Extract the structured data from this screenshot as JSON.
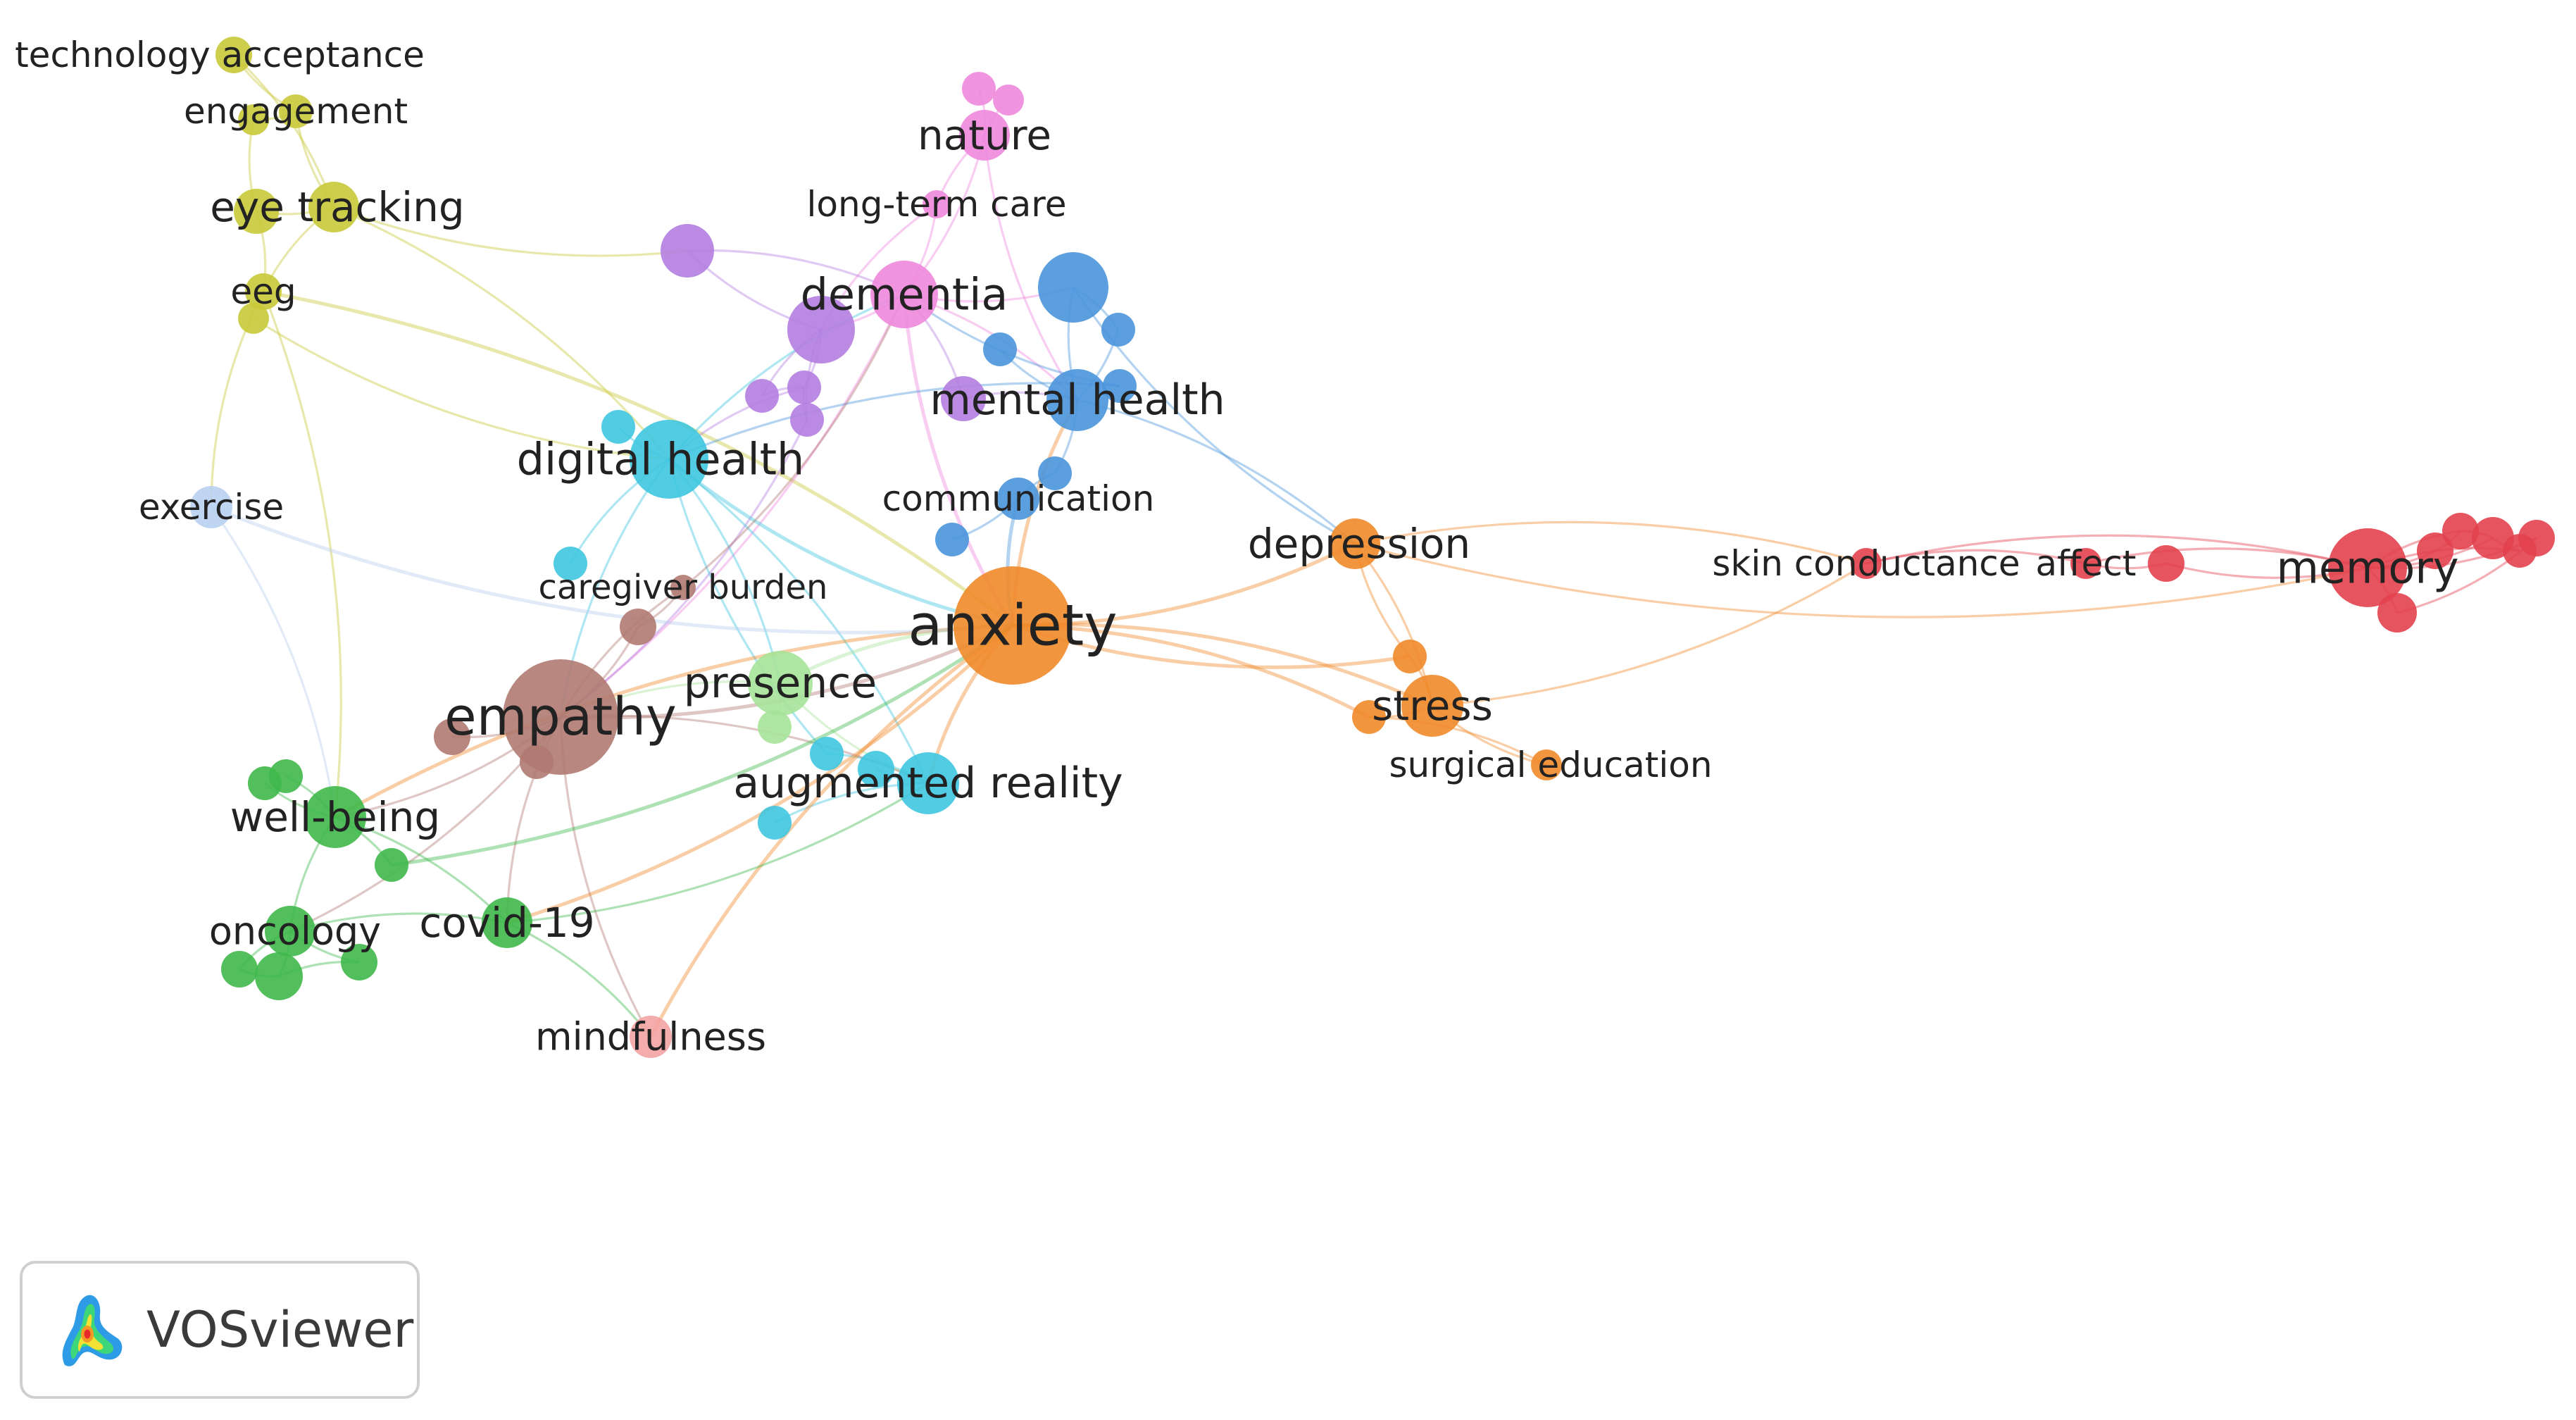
{
  "app": {
    "brand_name": "VOSviewer"
  },
  "clusters": [
    {
      "id": "yellow",
      "color": "#c9c93a"
    },
    {
      "id": "green",
      "color": "#3fb84a"
    },
    {
      "id": "brown",
      "color": "#b07a72"
    },
    {
      "id": "lightgreen",
      "color": "#a6e39a"
    },
    {
      "id": "cyan",
      "color": "#3fc6df"
    },
    {
      "id": "purple",
      "color": "#b47ee0"
    },
    {
      "id": "pink",
      "color": "#ee88dd"
    },
    {
      "id": "blue",
      "color": "#4a95dc"
    },
    {
      "id": "orange",
      "color": "#f08a2a"
    },
    {
      "id": "red",
      "color": "#e2414e"
    },
    {
      "id": "salmon",
      "color": "#f4a3a3"
    },
    {
      "id": "lightblue",
      "color": "#b8d0ef"
    }
  ],
  "nodes": [
    {
      "id": "technology-acceptance",
      "label": "technology acceptance",
      "cluster": "yellow"
    },
    {
      "id": "engagement",
      "label": "engagement",
      "cluster": "yellow"
    },
    {
      "id": "eye-tracking",
      "label": "eye tracking",
      "cluster": "yellow"
    },
    {
      "id": "eeg",
      "label": "eeg",
      "cluster": "yellow"
    },
    {
      "id": "nature",
      "label": "nature",
      "cluster": "pink"
    },
    {
      "id": "long-term-care",
      "label": "long-term care",
      "cluster": "pink"
    },
    {
      "id": "dementia",
      "label": "dementia",
      "cluster": "pink"
    },
    {
      "id": "mental-health",
      "label": "mental health",
      "cluster": "blue"
    },
    {
      "id": "communication",
      "label": "communication",
      "cluster": "blue"
    },
    {
      "id": "digital-health",
      "label": "digital health",
      "cluster": "cyan"
    },
    {
      "id": "exercise",
      "label": "exercise",
      "cluster": "lightblue"
    },
    {
      "id": "caregiver-burden",
      "label": "caregiver burden",
      "cluster": "brown"
    },
    {
      "id": "anxiety",
      "label": "anxiety",
      "cluster": "orange"
    },
    {
      "id": "depression",
      "label": "depression",
      "cluster": "orange"
    },
    {
      "id": "skin-conductance",
      "label": "skin conductance",
      "cluster": "red"
    },
    {
      "id": "affect",
      "label": "affect",
      "cluster": "red"
    },
    {
      "id": "memory",
      "label": "memory",
      "cluster": "red"
    },
    {
      "id": "empathy",
      "label": "empathy",
      "cluster": "brown"
    },
    {
      "id": "presence",
      "label": "presence",
      "cluster": "lightgreen"
    },
    {
      "id": "stress",
      "label": "stress",
      "cluster": "orange"
    },
    {
      "id": "surgical-education",
      "label": "surgical education",
      "cluster": "orange"
    },
    {
      "id": "augmented-reality",
      "label": "augmented reality",
      "cluster": "cyan"
    },
    {
      "id": "well-being",
      "label": "well-being",
      "cluster": "green"
    },
    {
      "id": "oncology",
      "label": "oncology",
      "cluster": "green"
    },
    {
      "id": "covid-19",
      "label": "covid-19",
      "cluster": "green"
    },
    {
      "id": "mindfulness",
      "label": "mindfulness",
      "cluster": "salmon"
    },
    {
      "id": "y1",
      "label": "",
      "cluster": "yellow"
    },
    {
      "id": "y2",
      "label": "",
      "cluster": "yellow"
    },
    {
      "id": "y3",
      "label": "",
      "cluster": "yellow"
    },
    {
      "id": "p1",
      "label": "",
      "cluster": "purple"
    },
    {
      "id": "p2",
      "label": "",
      "cluster": "purple"
    },
    {
      "id": "p3",
      "label": "",
      "cluster": "purple"
    },
    {
      "id": "p4",
      "label": "",
      "cluster": "purple"
    },
    {
      "id": "p5",
      "label": "",
      "cluster": "purple"
    },
    {
      "id": "p6",
      "label": "",
      "cluster": "purple"
    },
    {
      "id": "pk1",
      "label": "",
      "cluster": "pink"
    },
    {
      "id": "pk2",
      "label": "",
      "cluster": "pink"
    },
    {
      "id": "b1",
      "label": "",
      "cluster": "blue"
    },
    {
      "id": "b2",
      "label": "",
      "cluster": "blue"
    },
    {
      "id": "b3",
      "label": "",
      "cluster": "blue"
    },
    {
      "id": "b4",
      "label": "",
      "cluster": "blue"
    },
    {
      "id": "b5",
      "label": "",
      "cluster": "blue"
    },
    {
      "id": "b6",
      "label": "",
      "cluster": "blue"
    },
    {
      "id": "c1",
      "label": "",
      "cluster": "cyan"
    },
    {
      "id": "c2",
      "label": "",
      "cluster": "cyan"
    },
    {
      "id": "c3",
      "label": "",
      "cluster": "cyan"
    },
    {
      "id": "c4",
      "label": "",
      "cluster": "cyan"
    },
    {
      "id": "c5",
      "label": "",
      "cluster": "cyan"
    },
    {
      "id": "br1",
      "label": "",
      "cluster": "brown"
    },
    {
      "id": "br2",
      "label": "",
      "cluster": "brown"
    },
    {
      "id": "br3",
      "label": "",
      "cluster": "brown"
    },
    {
      "id": "lg1",
      "label": "",
      "cluster": "lightgreen"
    },
    {
      "id": "g1",
      "label": "",
      "cluster": "green"
    },
    {
      "id": "g2",
      "label": "",
      "cluster": "green"
    },
    {
      "id": "g3",
      "label": "",
      "cluster": "green"
    },
    {
      "id": "g4",
      "label": "",
      "cluster": "green"
    },
    {
      "id": "g5",
      "label": "",
      "cluster": "green"
    },
    {
      "id": "g6",
      "label": "",
      "cluster": "green"
    },
    {
      "id": "o1",
      "label": "",
      "cluster": "orange"
    },
    {
      "id": "o2",
      "label": "",
      "cluster": "orange"
    },
    {
      "id": "r1",
      "label": "",
      "cluster": "red"
    },
    {
      "id": "r2",
      "label": "",
      "cluster": "red"
    },
    {
      "id": "r3",
      "label": "",
      "cluster": "red"
    },
    {
      "id": "r4",
      "label": "",
      "cluster": "red"
    },
    {
      "id": "r5",
      "label": "",
      "cluster": "red"
    },
    {
      "id": "r6",
      "label": "",
      "cluster": "red"
    },
    {
      "id": "r7",
      "label": "",
      "cluster": "red"
    },
    {
      "id": "s1",
      "label": "",
      "cluster": "salmon"
    },
    {
      "id": "s2",
      "label": "",
      "cluster": "salmon"
    }
  ],
  "links": [
    [
      "technology-acceptance",
      "engagement"
    ],
    [
      "technology-acceptance",
      "eye-tracking"
    ],
    [
      "engagement",
      "eye-tracking"
    ],
    [
      "engagement",
      "y1"
    ],
    [
      "y1",
      "y2"
    ],
    [
      "eye-tracking",
      "y2"
    ],
    [
      "eye-tracking",
      "eeg"
    ],
    [
      "y2",
      "eeg"
    ],
    [
      "eye-tracking",
      "p1"
    ],
    [
      "eeg",
      "anxiety"
    ],
    [
      "eeg",
      "exercise"
    ],
    [
      "eeg",
      "well-being"
    ],
    [
      "y3",
      "digital-health"
    ],
    [
      "eye-tracking",
      "digital-health"
    ],
    [
      "nature",
      "pk1"
    ],
    [
      "nature",
      "pk2"
    ],
    [
      "nature",
      "long-term-care"
    ],
    [
      "long-term-care",
      "dementia"
    ],
    [
      "long-term-care",
      "p2"
    ],
    [
      "nature",
      "dementia"
    ],
    [
      "nature",
      "mental-health"
    ],
    [
      "dementia",
      "p2"
    ],
    [
      "dementia",
      "b1"
    ],
    [
      "dementia",
      "mental-health"
    ],
    [
      "dementia",
      "anxiety"
    ],
    [
      "dementia",
      "empathy"
    ],
    [
      "p1",
      "p2"
    ],
    [
      "p1",
      "dementia"
    ],
    [
      "p2",
      "p3"
    ],
    [
      "p2",
      "p4"
    ],
    [
      "p2",
      "p5"
    ],
    [
      "p3",
      "p4"
    ],
    [
      "p4",
      "p5"
    ],
    [
      "p6",
      "mental-health"
    ],
    [
      "p6",
      "dementia"
    ],
    [
      "p5",
      "empathy"
    ],
    [
      "p4",
      "digital-health"
    ],
    [
      "b1",
      "b2"
    ],
    [
      "b1",
      "mental-health"
    ],
    [
      "b2",
      "mental-health"
    ],
    [
      "b3",
      "mental-health"
    ],
    [
      "mental-health",
      "b4"
    ],
    [
      "b4",
      "communication"
    ],
    [
      "communication",
      "b5"
    ],
    [
      "communication",
      "anxiety"
    ],
    [
      "mental-health",
      "depression"
    ],
    [
      "b1",
      "depression"
    ],
    [
      "b6",
      "dementia"
    ],
    [
      "b6",
      "digital-health"
    ],
    [
      "digital-health",
      "c1"
    ],
    [
      "digital-health",
      "c2"
    ],
    [
      "digital-health",
      "presence"
    ],
    [
      "digital-health",
      "empathy"
    ],
    [
      "digital-health",
      "augmented-reality"
    ],
    [
      "digital-health",
      "anxiety"
    ],
    [
      "digital-health",
      "dementia"
    ],
    [
      "digital-health",
      "c3"
    ],
    [
      "c3",
      "augmented-reality"
    ],
    [
      "c4",
      "augmented-reality"
    ],
    [
      "c5",
      "augmented-reality"
    ],
    [
      "presence",
      "augmented-reality"
    ],
    [
      "presence",
      "anxiety"
    ],
    [
      "presence",
      "empathy"
    ],
    [
      "presence",
      "lg1"
    ],
    [
      "caregiver-burden",
      "empathy"
    ],
    [
      "caregiver-burden",
      "br1"
    ],
    [
      "caregiver-burden",
      "dementia"
    ],
    [
      "br1",
      "empathy"
    ],
    [
      "br2",
      "empathy"
    ],
    [
      "br3",
      "empathy"
    ],
    [
      "empathy",
      "anxiety"
    ],
    [
      "empathy",
      "well-being"
    ],
    [
      "empathy",
      "covid-19"
    ],
    [
      "empathy",
      "oncology"
    ],
    [
      "empathy",
      "mindfulness"
    ],
    [
      "empathy",
      "augmented-reality"
    ],
    [
      "anxiety",
      "depression"
    ],
    [
      "anxiety",
      "stress"
    ],
    [
      "anxiety",
      "o1"
    ],
    [
      "anxiety",
      "o2"
    ],
    [
      "anxiety",
      "augmented-reality"
    ],
    [
      "anxiety",
      "covid-19"
    ],
    [
      "anxiety",
      "well-being"
    ],
    [
      "anxiety",
      "mental-health"
    ],
    [
      "anxiety",
      "mindfulness"
    ],
    [
      "depression",
      "stress"
    ],
    [
      "depression",
      "o1"
    ],
    [
      "depression",
      "skin-conductance"
    ],
    [
      "stress",
      "o1"
    ],
    [
      "stress",
      "o2"
    ],
    [
      "stress",
      "surgical-education"
    ],
    [
      "o2",
      "surgical-education"
    ],
    [
      "stress",
      "skin-conductance"
    ],
    [
      "skin-conductance",
      "affect"
    ],
    [
      "affect",
      "r1"
    ],
    [
      "affect",
      "memory"
    ],
    [
      "r1",
      "memory"
    ],
    [
      "skin-conductance",
      "memory"
    ],
    [
      "memory",
      "r2"
    ],
    [
      "memory",
      "r3"
    ],
    [
      "memory",
      "r4"
    ],
    [
      "memory",
      "r5"
    ],
    [
      "memory",
      "r6"
    ],
    [
      "memory",
      "r7"
    ],
    [
      "r2",
      "r3"
    ],
    [
      "r3",
      "r4"
    ],
    [
      "r4",
      "r5"
    ],
    [
      "r6",
      "r7"
    ],
    [
      "depression",
      "memory"
    ],
    [
      "well-being",
      "g1"
    ],
    [
      "well-being",
      "g2"
    ],
    [
      "well-being",
      "g3"
    ],
    [
      "well-being",
      "oncology"
    ],
    [
      "well-being",
      "covid-19"
    ],
    [
      "oncology",
      "g4"
    ],
    [
      "oncology",
      "g5"
    ],
    [
      "oncology",
      "g6"
    ],
    [
      "oncology",
      "covid-19"
    ],
    [
      "g4",
      "g5"
    ],
    [
      "g5",
      "g6"
    ],
    [
      "covid-19",
      "augmented-reality"
    ],
    [
      "covid-19",
      "mindfulness"
    ],
    [
      "mindfulness",
      "s1"
    ],
    [
      "mindfulness",
      "s2"
    ],
    [
      "s1",
      "presence"
    ],
    [
      "exercise",
      "well-being"
    ],
    [
      "exercise",
      "anxiety"
    ],
    [
      "c5",
      "s1"
    ],
    [
      "g3",
      "anxiety"
    ]
  ]
}
